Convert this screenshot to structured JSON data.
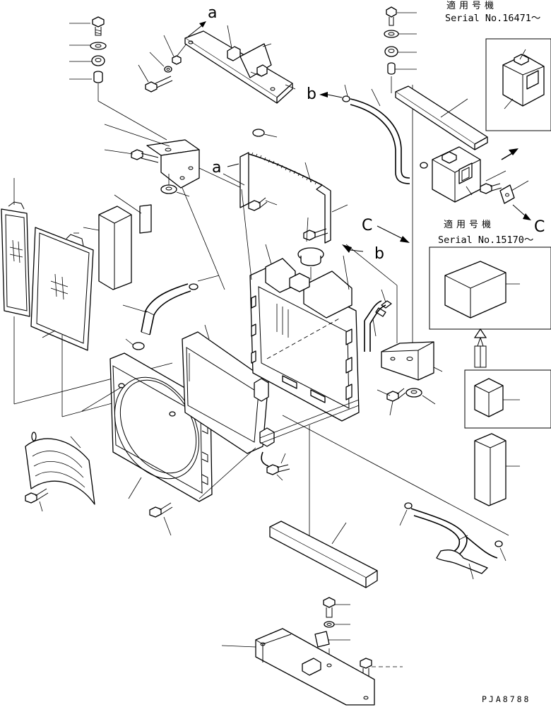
{
  "callouts": {
    "a_top": "a",
    "a_mid": "a",
    "b_left": "b",
    "b_right": "b",
    "c_mid": "C",
    "c_right": "C"
  },
  "variants": {
    "upper": {
      "applicable": "適用号機",
      "serial": "Serial No.16471～"
    },
    "lower": {
      "applicable": "適用号機",
      "serial": "Serial No.15170～"
    }
  },
  "drawing_code": "PJA8788"
}
